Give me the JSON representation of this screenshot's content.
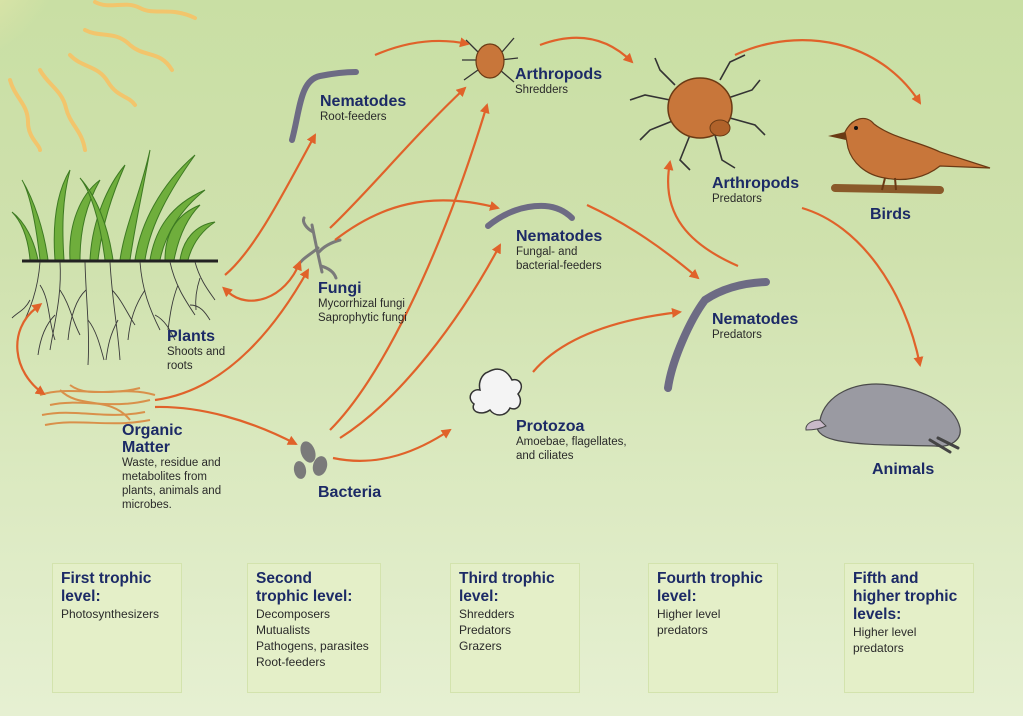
{
  "colors": {
    "arrow": "#e0622a",
    "title_text": "#1c2a66"
  },
  "organisms": {
    "plants": {
      "title": "Plants",
      "sub": [
        "Shoots and",
        "roots"
      ]
    },
    "organic_matter": {
      "title": [
        "Organic",
        "Matter"
      ],
      "sub": [
        "Waste, residue and",
        "metabolites from",
        "plants, animals and",
        "microbes."
      ]
    },
    "nematodes_root": {
      "title": "Nematodes",
      "sub": [
        "Root-feeders"
      ]
    },
    "fungi": {
      "title": "Fungi",
      "sub": [
        "Mycorrhizal fungi",
        "Saprophytic fungi"
      ]
    },
    "bacteria": {
      "title": "Bacteria"
    },
    "arthropods_shredders": {
      "title": "Arthropods",
      "sub": [
        "Shredders"
      ]
    },
    "nematodes_fungal": {
      "title": "Nematodes",
      "sub": [
        "Fungal- and",
        "bacterial-feeders"
      ]
    },
    "protozoa": {
      "title": "Protozoa",
      "sub": [
        "Amoebae, flagellates,",
        "and ciliates"
      ]
    },
    "arthropods_predators": {
      "title": "Arthropods",
      "sub": [
        "Predators"
      ]
    },
    "nematodes_predators": {
      "title": "Nematodes",
      "sub": [
        "Predators"
      ]
    },
    "birds": {
      "title": "Birds"
    },
    "animals": {
      "title": "Animals"
    }
  },
  "trophic_levels": [
    {
      "title": "First trophic\nlevel:",
      "items": [
        "Photosynthesizers"
      ]
    },
    {
      "title": "Second\ntrophic level:",
      "items": [
        "Decomposers",
        "Mutualists",
        "Pathogens, parasites",
        "Root-feeders"
      ]
    },
    {
      "title": "Third trophic\nlevel:",
      "items": [
        "Shredders",
        "Predators",
        "Grazers"
      ]
    },
    {
      "title": "Fourth trophic\nlevel:",
      "items": [
        "Higher level",
        "predators"
      ]
    },
    {
      "title": "Fifth and\nhigher trophic\nlevels:",
      "items": [
        "Higher level",
        "predators"
      ]
    }
  ]
}
